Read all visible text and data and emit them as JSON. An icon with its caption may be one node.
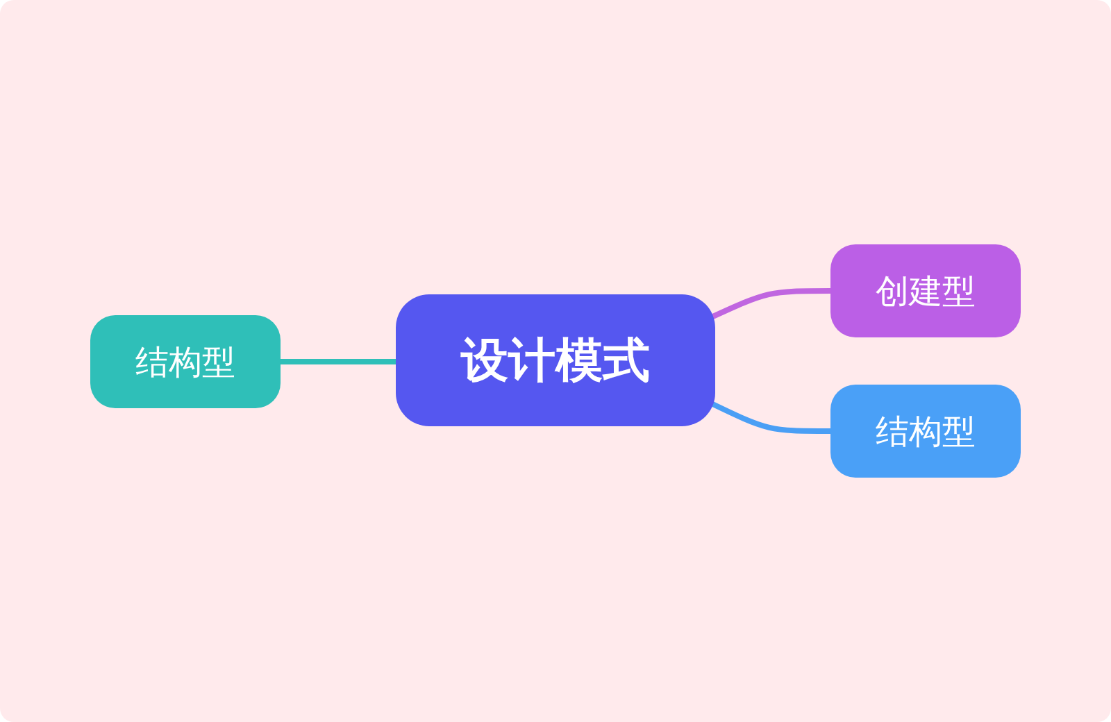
{
  "diagram": {
    "nodes": [
      {
        "text": [
          "设计模式"
        ]
      },
      {
        "text": [
          "创建型"
        ]
      },
      {
        "text": [
          "结构型"
        ]
      },
      {
        "text": [
          "结构型"
        ]
      }
    ],
    "edges": [
      {
        "from": 0,
        "to": 1,
        "arrow": "none",
        "color": "#c066e0"
      },
      {
        "from": 0,
        "to": 2,
        "arrow": "none",
        "color": "#4a9ff5"
      },
      {
        "from": 0,
        "to": 3,
        "arrow": "none",
        "color": "#2fbfb8"
      }
    ]
  }
}
